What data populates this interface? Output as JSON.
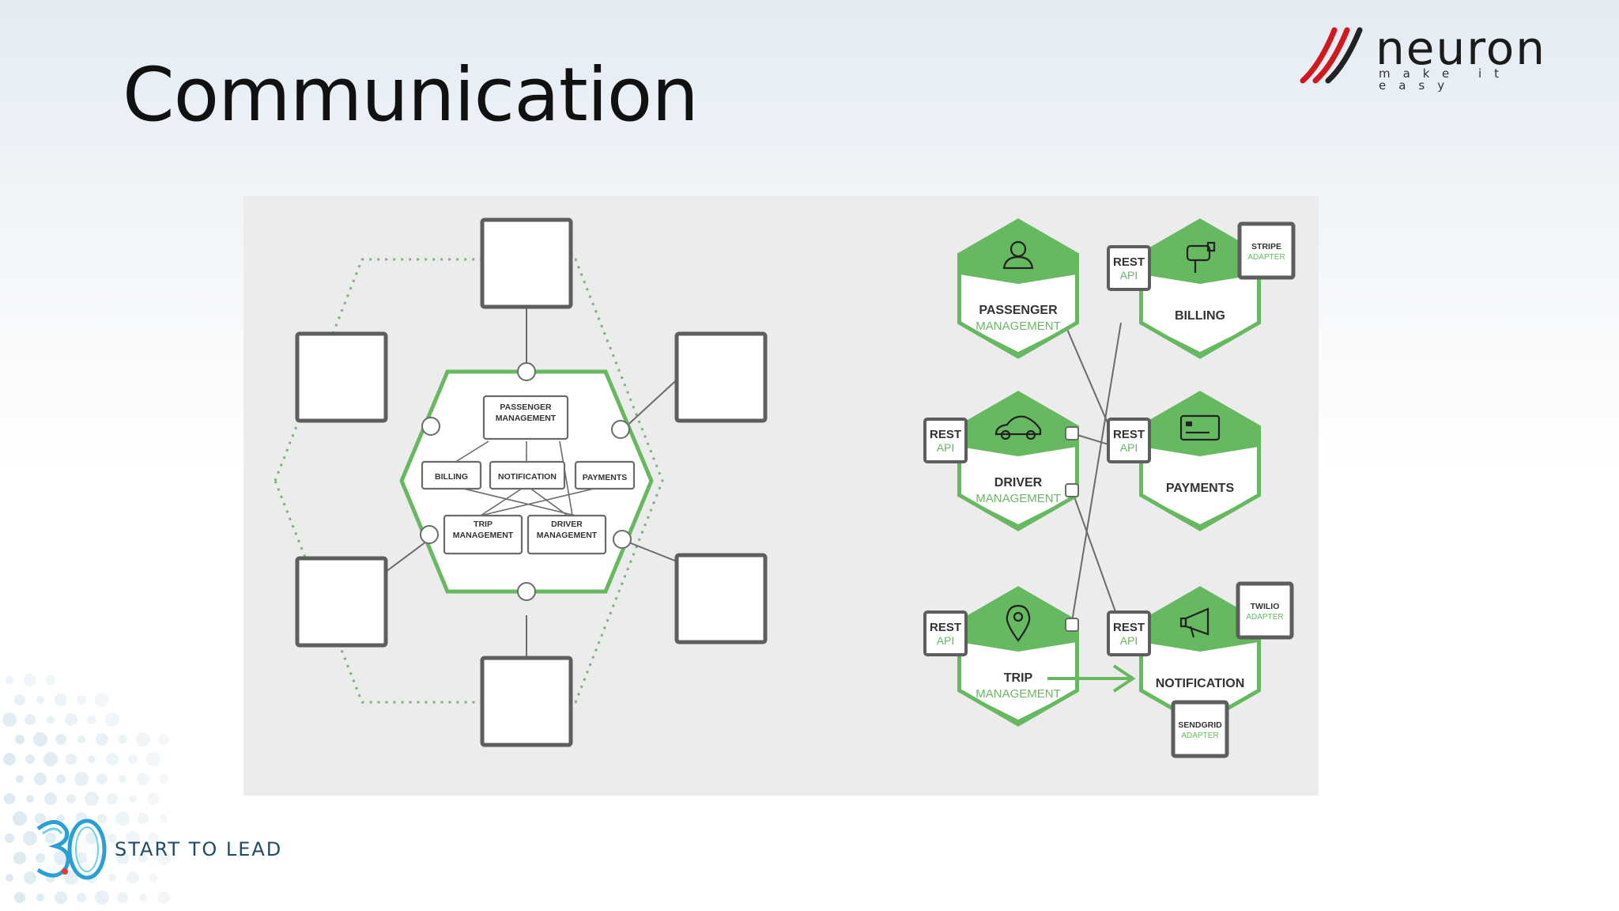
{
  "slide": {
    "title": "Communication",
    "footer_text": "START TO LEAD"
  },
  "logo": {
    "name": "neuron",
    "tagline": "make it easy",
    "accent": "#d0181e"
  },
  "colors": {
    "green": "#67b961",
    "green_light": "#8ccf86",
    "box_border": "#626262",
    "panel_bg": "#ececec",
    "footer_blue": "#2a9fd6"
  },
  "monolith": {
    "core": [
      "PASSENGER MANAGEMENT",
      "BILLING",
      "NOTIFICATION",
      "PAYMENTS",
      "TRIP MANAGEMENT",
      "DRIVER MANAGEMENT"
    ]
  },
  "microservices": {
    "services": [
      {
        "title": "PASSENGER",
        "subtitle": "MANAGEMENT",
        "icon": "person-icon"
      },
      {
        "title": "BILLING",
        "subtitle": "",
        "icon": "mailbox-icon"
      },
      {
        "title": "DRIVER",
        "subtitle": "MANAGEMENT",
        "icon": "car-icon"
      },
      {
        "title": "PAYMENTS",
        "subtitle": "",
        "icon": "credit-card-icon"
      },
      {
        "title": "TRIP",
        "subtitle": "MANAGEMENT",
        "icon": "map-pin-icon"
      },
      {
        "title": "NOTIFICATION",
        "subtitle": "",
        "icon": "megaphone-icon"
      }
    ],
    "api_label_top": "REST",
    "api_label_bottom": "API",
    "adapters": [
      {
        "top": "STRIPE",
        "bottom": "ADAPTER"
      },
      {
        "top": "TWILIO",
        "bottom": "ADAPTER"
      },
      {
        "top": "SENDGRID",
        "bottom": "ADAPTER"
      }
    ]
  }
}
